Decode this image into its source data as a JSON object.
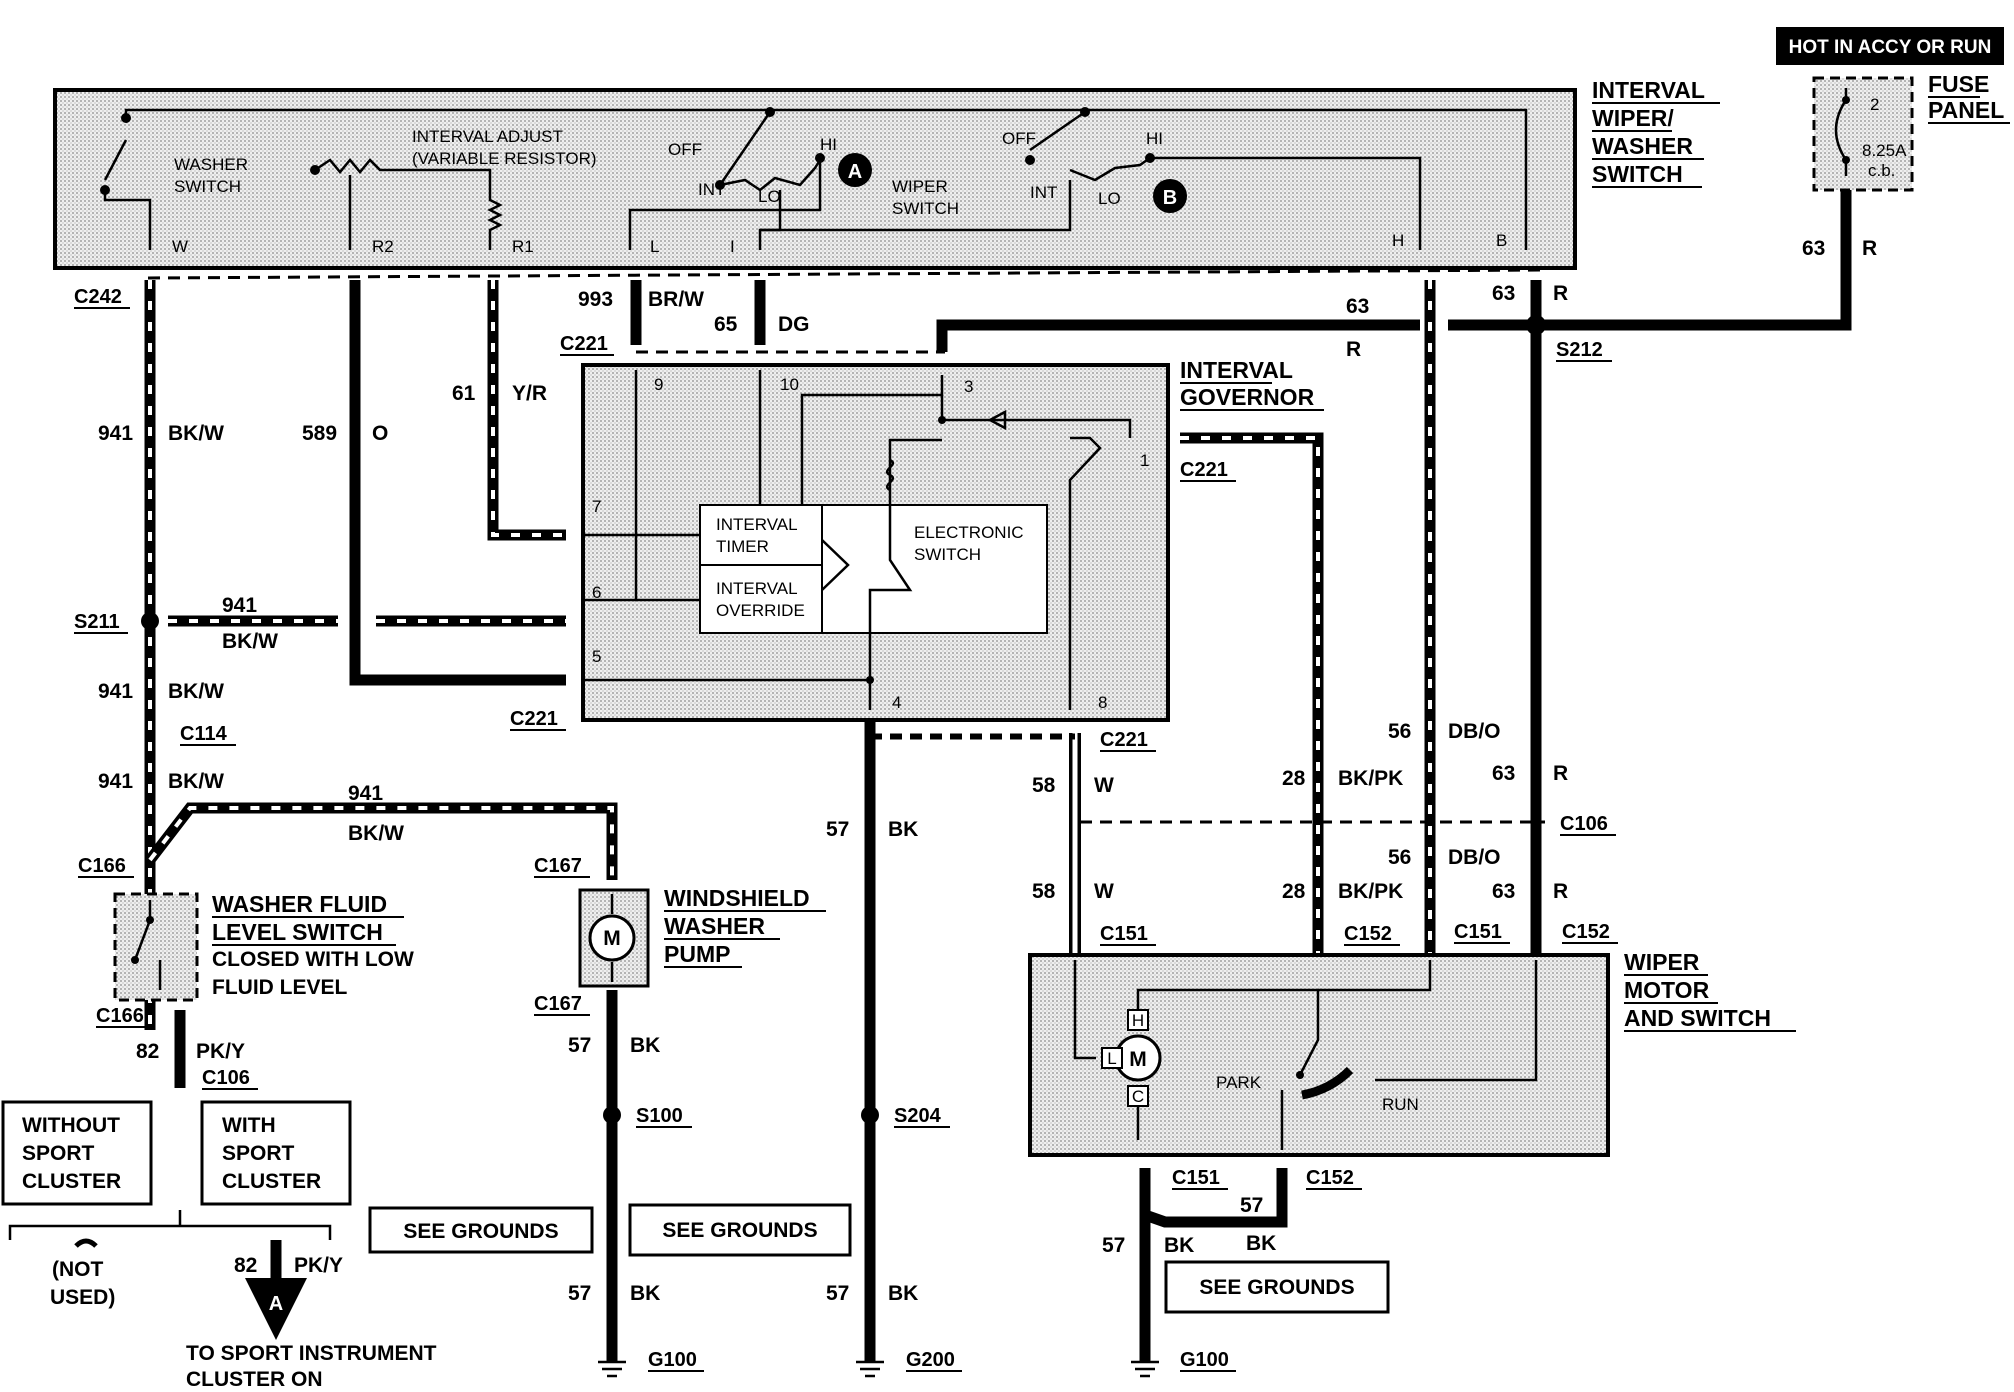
{
  "hot_label": "HOT IN ACCY OR RUN",
  "fuse_panel": {
    "title_1": "FUSE",
    "title_2": "PANEL",
    "fuse_num": "2",
    "rating_1": "8.25A",
    "rating_2": "c.b."
  },
  "switch_panel": {
    "title_1": "INTERVAL",
    "title_2": "WIPER/",
    "title_3": "WASHER",
    "title_4": "SWITCH",
    "washer_1": "WASHER",
    "washer_2": "SWITCH",
    "adjust_1": "INTERVAL ADJUST",
    "adjust_2": "(VARIABLE RESISTOR)",
    "wiper_1": "WIPER",
    "wiper_2": "SWITCH",
    "off": "OFF",
    "int": "INT",
    "lo": "LO",
    "hi": "HI",
    "badge_a": "A",
    "badge_b": "B",
    "pin_w": "W",
    "pin_r2": "R2",
    "pin_r1": "R1",
    "pin_l": "L",
    "pin_i": "I",
    "pin_h": "H",
    "pin_b": "B"
  },
  "governor": {
    "title_1": "INTERVAL",
    "title_2": "GOVERNOR",
    "timer_1": "INTERVAL",
    "timer_2": "TIMER",
    "override_1": "INTERVAL",
    "override_2": "OVERRIDE",
    "eswitch_1": "ELECTRONIC",
    "eswitch_2": "SWITCH",
    "pins": [
      "9",
      "10",
      "3",
      "1",
      "7",
      "6",
      "5",
      "4",
      "8"
    ]
  },
  "motor": {
    "title_1": "WIPER",
    "title_2": "MOTOR",
    "title_3": "AND SWITCH",
    "m": "M",
    "h": "H",
    "l": "L",
    "c": "C",
    "park": "PARK",
    "run": "RUN"
  },
  "washer_switch_box": {
    "title_1": "WASHER FLUID",
    "title_2": "LEVEL SWITCH",
    "desc_1": "CLOSED WITH LOW",
    "desc_2": "FLUID LEVEL"
  },
  "pump": {
    "title_1": "WINDSHIELD",
    "title_2": "WASHER",
    "title_3": "PUMP",
    "m": "M"
  },
  "options": {
    "without_1": "WITHOUT",
    "without_2": "SPORT",
    "without_3": "CLUSTER",
    "with_1": "WITH",
    "with_2": "SPORT",
    "with_3": "CLUSTER",
    "not_used_1": "(NOT",
    "not_used_2": "USED)",
    "arrow_letter": "A",
    "to_1": "TO SPORT INSTRUMENT",
    "to_2": "CLUSTER ON"
  },
  "see_grounds": "SEE GROUNDS",
  "connectors": {
    "c242": "C242",
    "c221": "C221",
    "s211": "S211",
    "c114": "C114",
    "c166": "C166",
    "c167": "C167",
    "c106": "C106",
    "s100": "S100",
    "g100": "G100",
    "s204": "S204",
    "g200": "G200",
    "s212": "S212",
    "c151": "C151",
    "c152": "C152"
  },
  "wires": {
    "n941": "941",
    "bkw": "BK/W",
    "n589": "589",
    "o": "O",
    "n61": "61",
    "yr": "Y/R",
    "n993": "993",
    "brw": "BR/W",
    "n65": "65",
    "dg": "DG",
    "n63": "63",
    "r": "R",
    "n56": "56",
    "dbo": "DB/O",
    "n28": "28",
    "bkpk": "BK/PK",
    "n58": "58",
    "w": "W",
    "n57": "57",
    "bk": "BK",
    "n82": "82",
    "pky": "PK/Y"
  }
}
